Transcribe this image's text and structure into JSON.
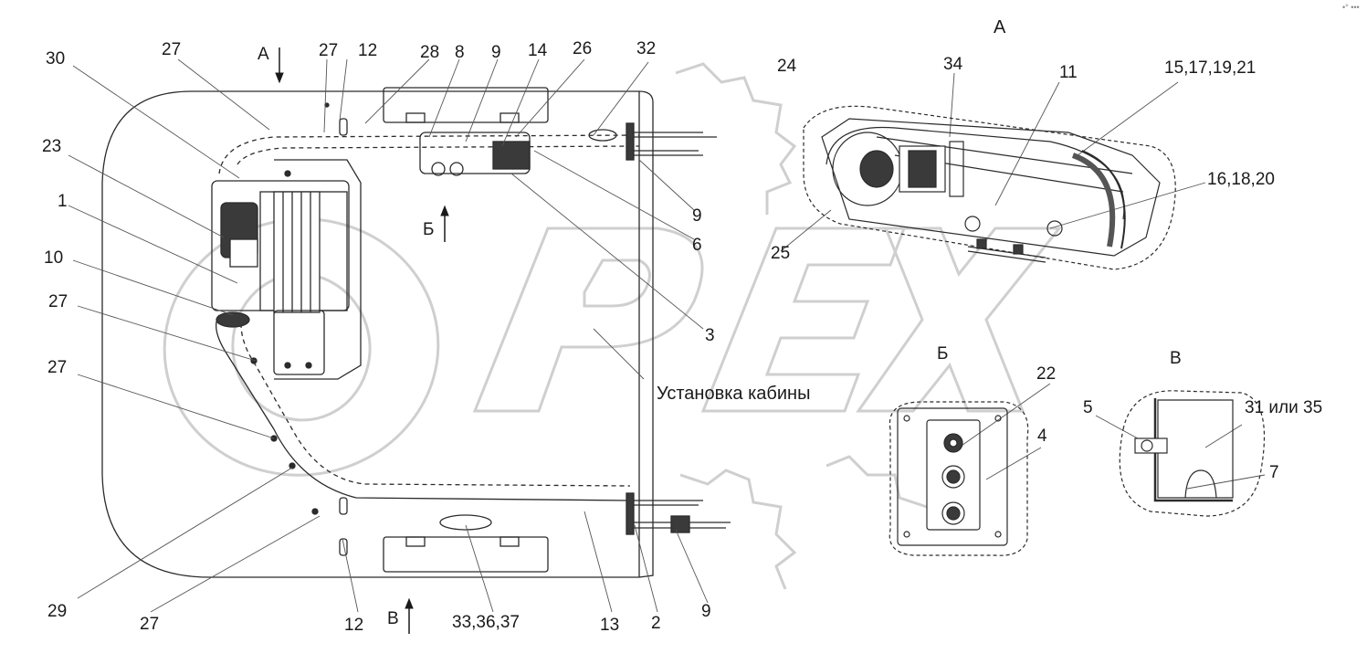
{
  "watermark": "OPEX",
  "corner_mark": "•° •••",
  "caption": "Установка кабины",
  "views": {
    "a_top": "А",
    "a_arrow": "А",
    "b_arrow": "Б",
    "b_bottom": "В",
    "view_b": "Б",
    "view_v": "В"
  },
  "callouts": {
    "n30": "30",
    "n27a": "27",
    "n27b": "27",
    "n12a": "12",
    "n28": "28",
    "n8": "8",
    "n9a": "9",
    "n14": "14",
    "n26": "26",
    "n32": "32",
    "n24": "24",
    "n34": "34",
    "n11": "11",
    "n15_21": "15,17,19,21",
    "n23": "23",
    "n1": "1",
    "n10": "10",
    "n27c": "27",
    "n27d": "27",
    "n9b": "9",
    "n6": "6",
    "n16_20": "16,18,20",
    "n25": "25",
    "n3": "3",
    "n22": "22",
    "n5": "5",
    "n31_35": "31 или 35",
    "n4": "4",
    "n7": "7",
    "n29": "29",
    "n27e": "27",
    "n12b": "12",
    "n33_37": "33,36,37",
    "n13": "13",
    "n2": "2",
    "n9c": "9"
  }
}
